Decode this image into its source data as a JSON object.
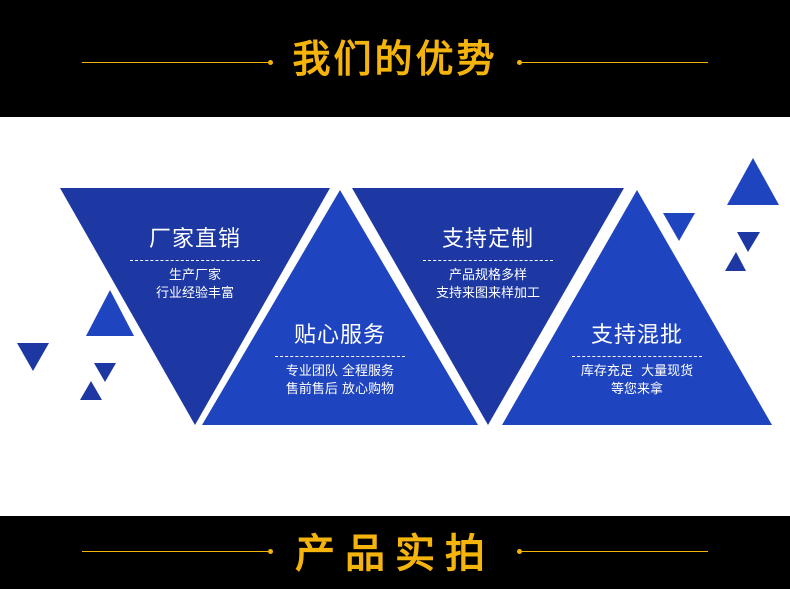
{
  "header": {
    "title": "我们的优势"
  },
  "footer": {
    "title": "产品实拍"
  },
  "colors": {
    "band": "#000000",
    "accent": "#f5b40c",
    "blue_dark": "#1d38a3",
    "blue_light": "#1f44c0"
  },
  "cards": [
    {
      "title": "厂家直销",
      "lines": [
        "生产厂家",
        "行业经验丰富"
      ]
    },
    {
      "title": "贴心服务",
      "lines": [
        "专业团队 全程服务",
        "售前售后 放心购物"
      ]
    },
    {
      "title": "支持定制",
      "lines": [
        "产品规格多样",
        "支持来图来样加工"
      ]
    },
    {
      "title": "支持混批",
      "lines": [
        "库存充足  大量现货",
        "等您来拿"
      ]
    }
  ]
}
